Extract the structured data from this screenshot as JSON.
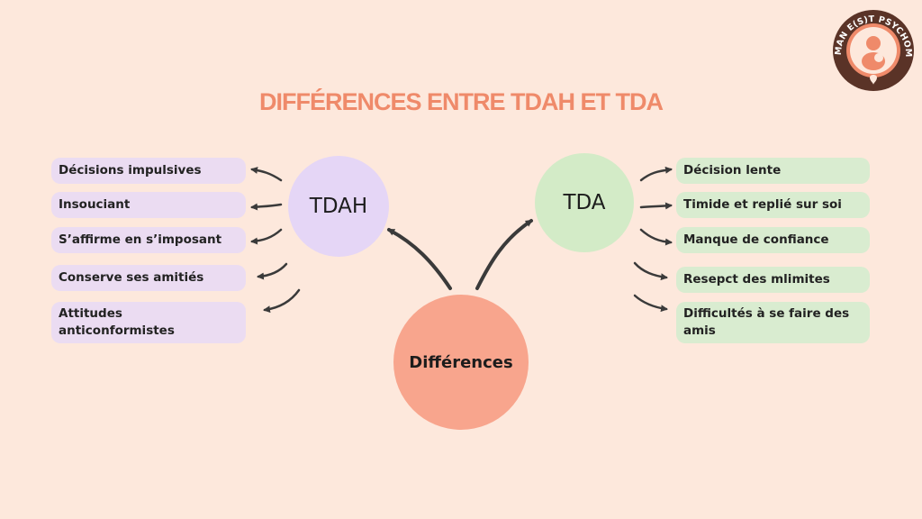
{
  "title": "DIFFÉRENCES ENTRE TDAH ET TDA",
  "nodes": {
    "tdah": "TDAH",
    "tda": "TDA",
    "differences": "Différences"
  },
  "tdah_items": [
    "Décisions impulsives",
    "Insouciant",
    "S’affirme en s’imposant",
    "Conserve ses amitiés",
    "Attitudes anticonformistes"
  ],
  "tda_items": [
    "Décision lente",
    "Timide et replié sur soi",
    "Manque de confiance",
    "Resepct des mlimites",
    "Difficultés à se faire des amis"
  ],
  "logo": {
    "text": "MAMAN E(S)T PSYCHOMOT",
    "colors": {
      "ring": "#5a3327",
      "inner": "#ef8a6a",
      "center": "#fde8dc"
    }
  },
  "colors": {
    "background": "#fde8dc",
    "title": "#ef8a6a",
    "tdah": "#e5d6f6",
    "tda": "#d3ebc7",
    "differences": "#f8a58d",
    "arrow": "#3a3a3a"
  }
}
